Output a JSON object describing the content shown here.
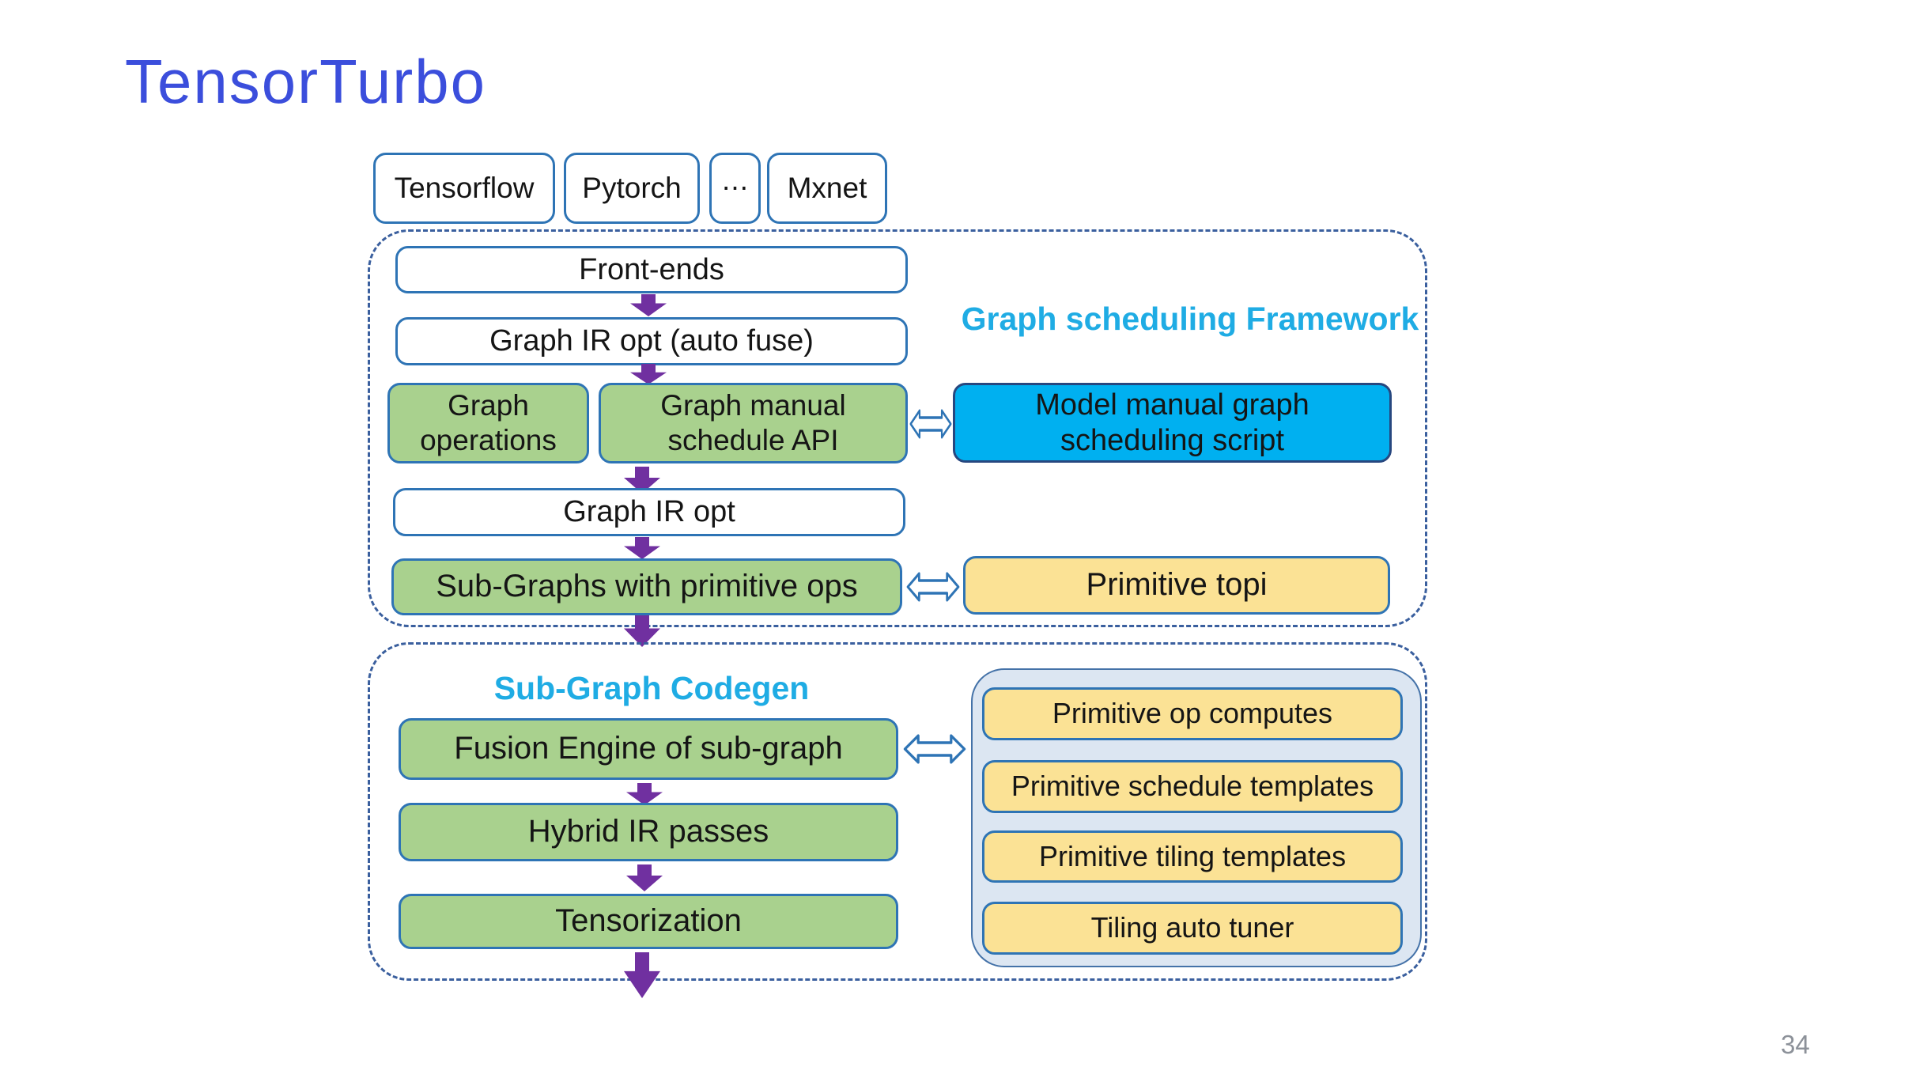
{
  "slide": {
    "title": "TensorTurbo",
    "page_number": "34"
  },
  "frameworks": {
    "items": [
      {
        "label": "Tensorflow"
      },
      {
        "label": "Pytorch"
      },
      {
        "label": "⋯"
      },
      {
        "label": "Mxnet"
      }
    ]
  },
  "graph_scheduling": {
    "label": "Graph scheduling Framework",
    "front_ends": "Front-ends",
    "graph_ir_opt_auto_fuse": "Graph IR opt (auto fuse)",
    "graph_operations": "Graph operations",
    "graph_manual_schedule_api": "Graph manual schedule API",
    "model_manual_script": "Model manual graph scheduling script",
    "graph_ir_opt": "Graph IR opt",
    "sub_graphs": "Sub-Graphs with primitive ops",
    "primitive_topi": "Primitive topi"
  },
  "sub_graph_codegen": {
    "label": "Sub-Graph Codegen",
    "fusion_engine": "Fusion Engine of sub-graph",
    "hybrid_ir_passes": "Hybrid IR passes",
    "tensorization": "Tensorization",
    "library": [
      "Primitive op computes",
      "Primitive schedule templates",
      "Primitive tiling templates",
      "Tiling auto tuner"
    ]
  },
  "colors": {
    "title_blue": "#3b4edc",
    "box_border_blue": "#2e74b5",
    "dashed_border_blue": "#3a5f9e",
    "green_fill": "#a9d18e",
    "yellow_fill": "#fbe295",
    "cyan_fill": "#00b0f0",
    "light_panel_fill": "#dce6f2",
    "arrow_purple": "#7030a0",
    "section_label_cyan": "#1face4",
    "page_number_gray": "#8c9199"
  }
}
